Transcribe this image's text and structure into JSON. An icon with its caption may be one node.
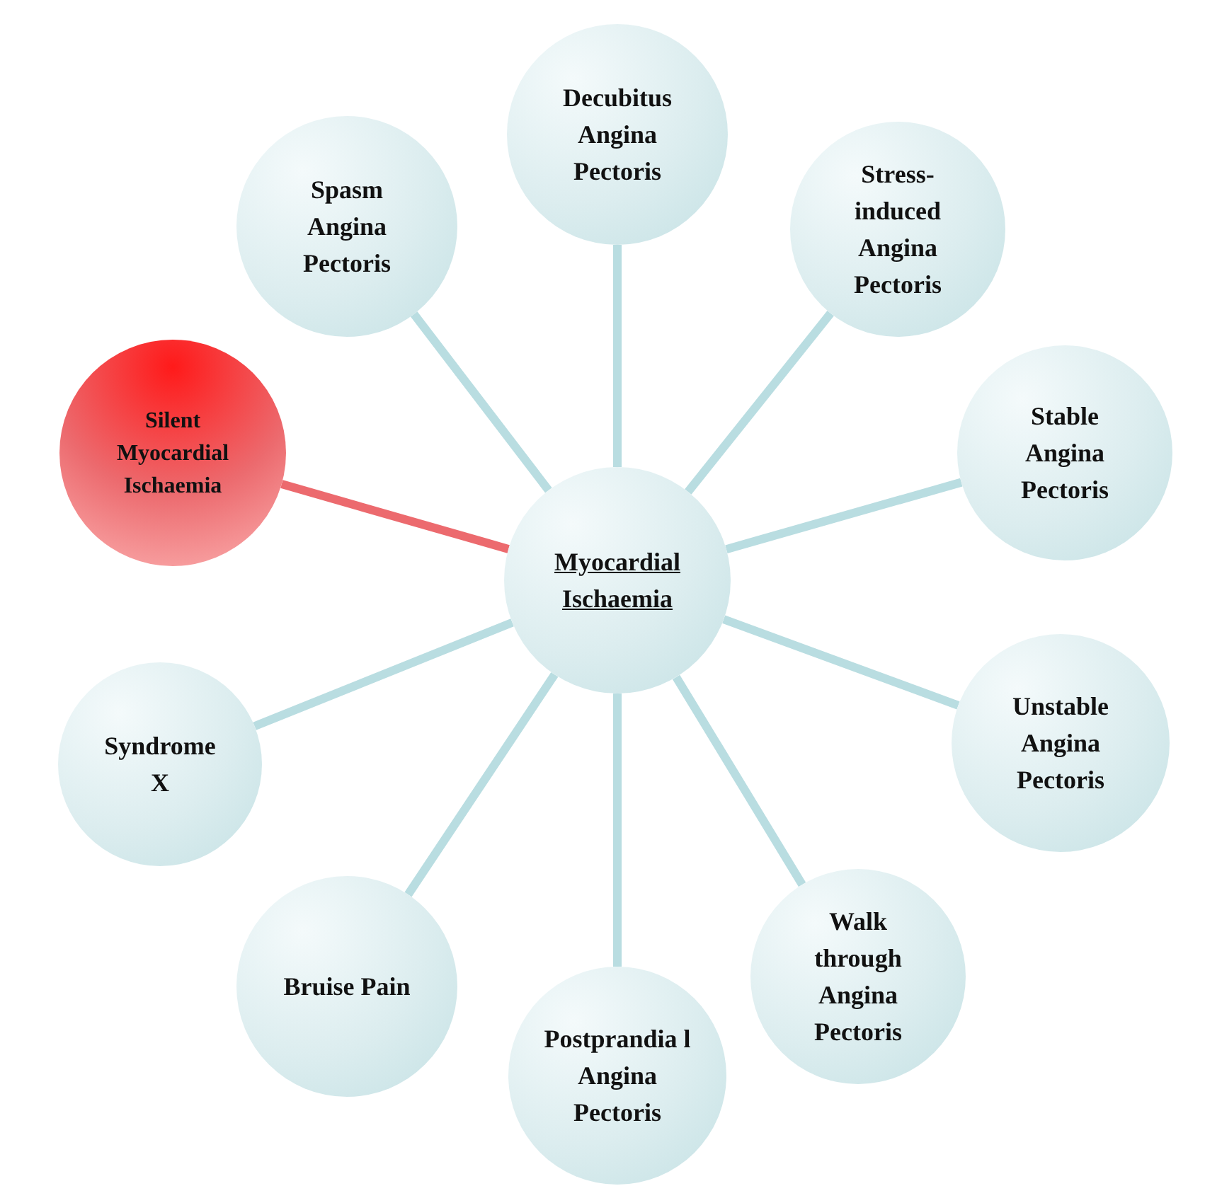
{
  "diagram": {
    "nodes": [
      {
        "text": [
          "Myocardial Ischaemia"
        ]
      },
      {
        "text": [
          "Decubitus Angina Pectoris"
        ]
      },
      {
        "text": [
          "Stress-induced Angina Pectoris"
        ]
      },
      {
        "text": [
          "Stable Angina Pectoris"
        ]
      },
      {
        "text": [
          "Unstable Angina Pectoris"
        ]
      },
      {
        "text": [
          "Walk through Angina Pectoris"
        ]
      },
      {
        "text": [
          "Postprandia l Angina Pectoris"
        ]
      },
      {
        "text": [
          "Bruise Pain"
        ]
      },
      {
        "text": [
          "Syndrome X"
        ]
      },
      {
        "text": [
          "Silent Myocardial Ischaemia"
        ]
      },
      {
        "text": [
          "Spasm Angina Pectoris"
        ]
      }
    ],
    "edges": [
      {
        "from": 0,
        "to": 1,
        "arrow": "none"
      },
      {
        "from": 0,
        "to": 2,
        "arrow": "none"
      },
      {
        "from": 0,
        "to": 3,
        "arrow": "none"
      },
      {
        "from": 0,
        "to": 4,
        "arrow": "none"
      },
      {
        "from": 0,
        "to": 5,
        "arrow": "none"
      },
      {
        "from": 0,
        "to": 6,
        "arrow": "none"
      },
      {
        "from": 0,
        "to": 7,
        "arrow": "none"
      },
      {
        "from": 0,
        "to": 8,
        "arrow": "none"
      },
      {
        "from": 0,
        "to": 9,
        "arrow": "none",
        "color": "#ec6a6e"
      },
      {
        "from": 0,
        "to": 10,
        "arrow": "none"
      }
    ]
  }
}
